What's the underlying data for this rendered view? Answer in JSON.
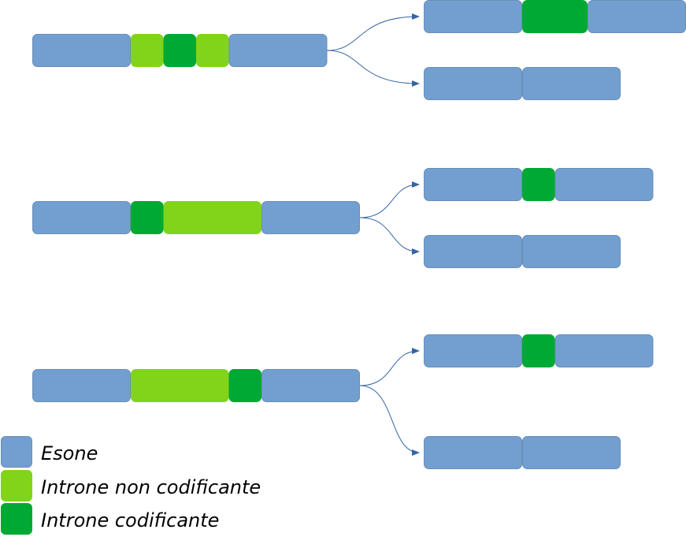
{
  "colors": {
    "exon": "#729fcf",
    "intron_noncoding": "#81d41a",
    "intron_coding": "#00a933",
    "connector": "#3465a4"
  },
  "legend": [
    {
      "key": "exon",
      "label": "Esone"
    },
    {
      "key": "intron_noncoding",
      "label": "Introne non codificante"
    },
    {
      "key": "intron_coding",
      "label": "Introne codificante"
    }
  ],
  "rows": [
    {
      "source": [
        "exon",
        "intron_noncoding",
        "intron_coding",
        "intron_noncoding",
        "exon"
      ],
      "products": [
        [
          "exon",
          "intron_coding",
          "exon"
        ],
        [
          "exon",
          "exon"
        ]
      ]
    },
    {
      "source": [
        "exon",
        "intron_coding",
        "intron_noncoding",
        "exon"
      ],
      "products": [
        [
          "exon",
          "intron_coding",
          "exon"
        ],
        [
          "exon",
          "exon"
        ]
      ]
    },
    {
      "source": [
        "exon",
        "intron_noncoding",
        "intron_coding",
        "exon"
      ],
      "products": [
        [
          "exon",
          "intron_coding",
          "exon"
        ],
        [
          "exon",
          "exon"
        ]
      ]
    }
  ]
}
